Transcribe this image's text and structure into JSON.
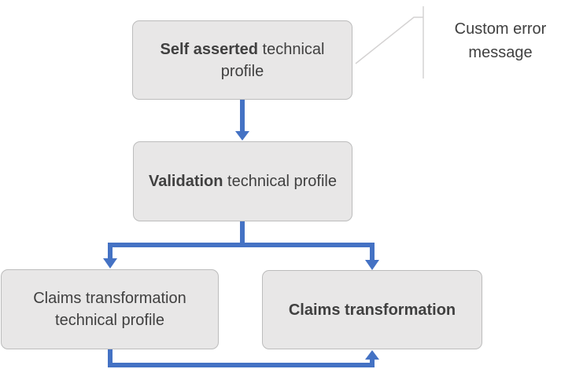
{
  "colors": {
    "connector": "#4472c4",
    "box_fill": "#e8e7e7",
    "box_border": "#bcbcbc",
    "text": "#404040",
    "callout_line": "#d4d2d2"
  },
  "diagram": {
    "nodes": {
      "self_asserted": {
        "bold": "Self asserted",
        "rest": " technical profile"
      },
      "validation": {
        "bold": "Validation",
        "rest": " technical profile"
      },
      "claims_transformation_tp": {
        "bold": "",
        "rest": "Claims transformation technical profile"
      },
      "claims_transformation": {
        "bold": "Claims transformation",
        "rest": ""
      }
    },
    "callout": {
      "label": "Custom error message"
    }
  }
}
